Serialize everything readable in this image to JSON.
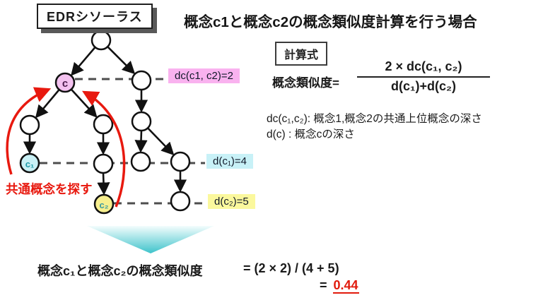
{
  "edr_label": "EDRシソーラス",
  "title": "概念c1と概念c2の概念類似度計算を行う場合",
  "tree": {
    "node_c": "c",
    "node_c1": "c₁",
    "node_c2": "c₂",
    "label_dc": "dc(c1, c2)=2",
    "label_d1": "d(c₁)=4",
    "label_d2": "d(c₂)=5",
    "search_note": "共通概念を探す"
  },
  "formula": {
    "box_label": "計算式",
    "lhs": "概念類似度=",
    "numerator": "2 × dc(c₁, c₂)",
    "denominator": "d(c₁)+d(c₂)",
    "def1": "dc(c₁,c₂): 概念1,概念2の共通上位概念の深さ",
    "def2": "d(c) : 概念cの深さ"
  },
  "result": {
    "label": "概念c₁と概念c₂の概念類似度",
    "line1": "= (2 × 2) / (4 + 5)",
    "eq2": "=",
    "value": "0.44"
  },
  "colors": {
    "node_c_fill": "#f4c2f0",
    "node_c1_fill": "#c9f0f5",
    "node_c2_fill": "#f7ef8e",
    "label_dc_bg": "#f9b2ef",
    "label_d1_bg": "#c8f1f7",
    "label_d2_bg": "#fbf89d",
    "red_accent": "#e8190f",
    "teal_arrow": "#3ec3cb",
    "box_shadow": "#595959"
  }
}
